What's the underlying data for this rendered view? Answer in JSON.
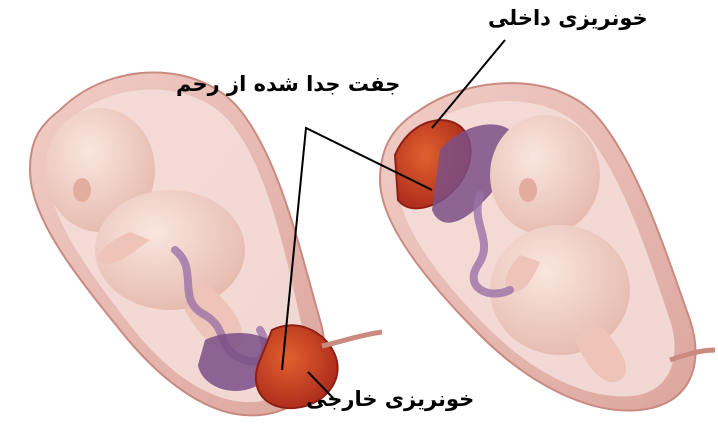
{
  "labels": {
    "internal_bleeding": "خونریزی داخلی",
    "detached_placenta": "جفت جدا شده از رحم",
    "external_bleeding": "خونریزی خارجی"
  },
  "colors": {
    "background": "#ffffff",
    "uterus_wall": "#e9bfb8",
    "uterus_inner": "#f1d7d2",
    "fetus_skin": "#f3d5cb",
    "blood": "#c0391f",
    "placenta": "#7a4f86",
    "leader_line": "#000000"
  }
}
